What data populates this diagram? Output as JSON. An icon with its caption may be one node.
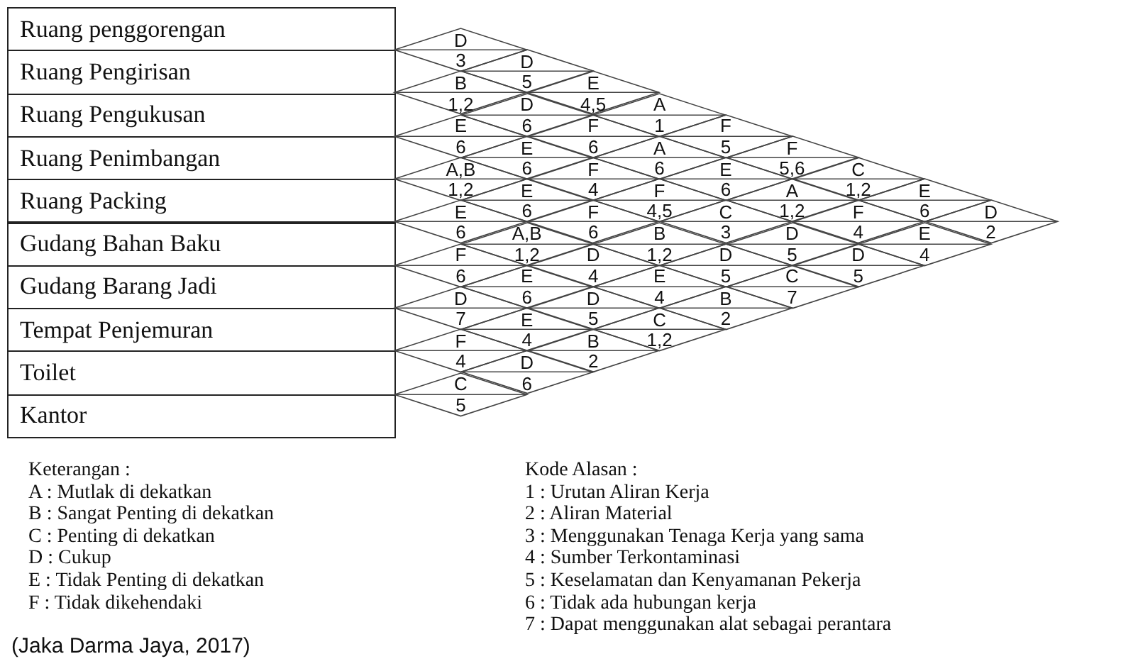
{
  "diagram": {
    "caption": "(Jaka Darma Jaya, 2017)",
    "nodes": [
      {
        "text": [
          "Ruang penggorengan"
        ]
      },
      {
        "text": [
          "Ruang Pengirisan"
        ]
      },
      {
        "text": [
          "Ruang Pengukusan"
        ]
      },
      {
        "text": [
          "Ruang Penimbangan"
        ]
      },
      {
        "text": [
          "Ruang Packing"
        ]
      },
      {
        "text": [
          "Gudang Bahan Baku"
        ]
      },
      {
        "text": [
          "Gudang Barang Jadi"
        ]
      },
      {
        "text": [
          "Tempat Penjemuran"
        ]
      },
      {
        "text": [
          "Toilet"
        ]
      },
      {
        "text": [
          "Kantor"
        ]
      },
      {
        "text": [
          "D",
          "3"
        ]
      },
      {
        "text": [
          "D",
          "5"
        ]
      },
      {
        "text": [
          "B",
          "1,2"
        ]
      },
      {
        "text": [
          "E",
          "4,5"
        ]
      },
      {
        "text": [
          "D",
          "6"
        ]
      },
      {
        "text": [
          "A",
          "1"
        ]
      },
      {
        "text": [
          "E",
          "6"
        ]
      },
      {
        "text": [
          "F",
          "6"
        ]
      },
      {
        "text": [
          "F",
          "5"
        ]
      },
      {
        "text": [
          "E",
          "6"
        ]
      },
      {
        "text": [
          "A",
          "6"
        ]
      },
      {
        "text": [
          "F",
          "5,6"
        ]
      },
      {
        "text": [
          "A,B",
          "1,2"
        ]
      },
      {
        "text": [
          "F",
          "4"
        ]
      },
      {
        "text": [
          "E",
          "6"
        ]
      },
      {
        "text": [
          "C",
          "1,2"
        ]
      },
      {
        "text": [
          "E",
          "6"
        ]
      },
      {
        "text": [
          "F",
          "4,5"
        ]
      },
      {
        "text": [
          "A",
          "1,2"
        ]
      },
      {
        "text": [
          "E",
          "6"
        ]
      },
      {
        "text": [
          "E",
          "6"
        ]
      },
      {
        "text": [
          "F",
          "6"
        ]
      },
      {
        "text": [
          "C",
          "3"
        ]
      },
      {
        "text": [
          "F",
          "4"
        ]
      },
      {
        "text": [
          "D",
          "2"
        ]
      },
      {
        "text": [
          "A,B",
          "1,2"
        ]
      },
      {
        "text": [
          "B",
          "1,2"
        ]
      },
      {
        "text": [
          "D",
          "5"
        ]
      },
      {
        "text": [
          "E",
          "4"
        ]
      },
      {
        "text": [
          "F",
          "6"
        ]
      },
      {
        "text": [
          "D",
          "4"
        ]
      },
      {
        "text": [
          "D",
          "5"
        ]
      },
      {
        "text": [
          "D",
          "5"
        ]
      },
      {
        "text": [
          "E",
          "6"
        ]
      },
      {
        "text": [
          "E",
          "4"
        ]
      },
      {
        "text": [
          "C",
          "7"
        ]
      },
      {
        "text": [
          "D",
          "7"
        ]
      },
      {
        "text": [
          "D",
          "5"
        ]
      },
      {
        "text": [
          "B",
          "2"
        ]
      },
      {
        "text": [
          "E",
          "4"
        ]
      },
      {
        "text": [
          "C",
          "1,2"
        ]
      },
      {
        "text": [
          "F",
          "4"
        ]
      },
      {
        "text": [
          "B",
          "2"
        ]
      },
      {
        "text": [
          "D",
          "6"
        ]
      },
      {
        "text": [
          "C",
          "5"
        ]
      }
    ],
    "labels": [
      "Keterangan :",
      "A : Mutlak di dekatkan",
      "B : Sangat Penting di dekatkan",
      "C : Penting di dekatkan",
      "D : Cukup",
      "E : Tidak Penting di dekatkan",
      "F : Tidak dikehendaki",
      "Kode Alasan :",
      "1 : Urutan Aliran Kerja",
      "2 : Aliran Material",
      "3 : Menggunakan Tenaga Kerja yang sama",
      "4 : Sumber Terkontaminasi",
      "5 : Keselamatan dan Kenyamanan Pekerja",
      "6 : Tidak ada hubungan kerja",
      "7 : Dapat menggunakan alat sebagai perantara"
    ]
  }
}
